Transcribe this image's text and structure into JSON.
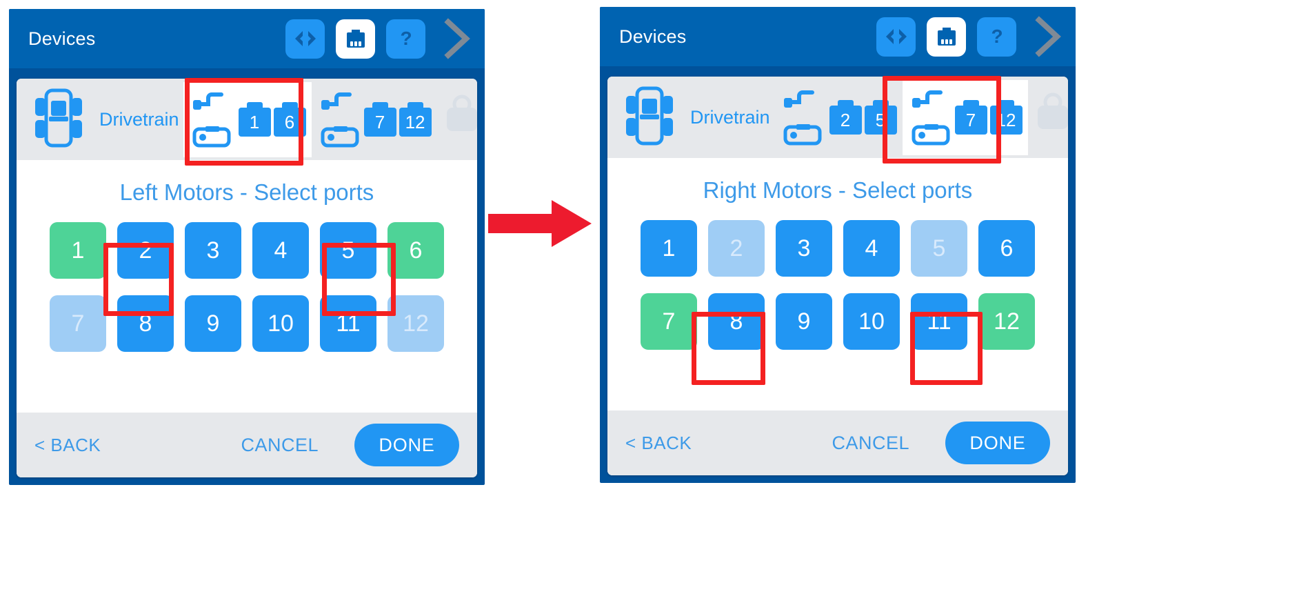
{
  "accent": "#2196f3",
  "colors": {
    "topbar": "#0063b1",
    "phone_frame": "#00529b",
    "strip_bg": "#e6e8eb",
    "port_selected": "#2196f3",
    "port_green": "#4ed397",
    "port_dim": "#9fcdf5",
    "annotation_red": "#f42121",
    "link_blue": "#3d9ae8"
  },
  "panels": [
    {
      "id": "left-panel",
      "header": {
        "title": "Devices",
        "icons": [
          "code-brackets-icon",
          "brain-device-icon",
          "help-question-icon",
          "chevron-right-icon"
        ]
      },
      "device_strip": {
        "brain_label": "Drivetrain",
        "groups": [
          {
            "name": "left-motors-group",
            "active": true,
            "ports": [
              "1",
              "6"
            ]
          },
          {
            "name": "right-motors-group",
            "active": false,
            "ports": [
              "7",
              "12"
            ]
          }
        ],
        "add_label": "+"
      },
      "prompt": "Left Motors - Select ports",
      "ports": [
        {
          "num": "1",
          "state": "green"
        },
        {
          "num": "2",
          "state": "selected"
        },
        {
          "num": "3",
          "state": "selected"
        },
        {
          "num": "4",
          "state": "selected"
        },
        {
          "num": "5",
          "state": "selected"
        },
        {
          "num": "6",
          "state": "green"
        },
        {
          "num": "7",
          "state": "dim"
        },
        {
          "num": "8",
          "state": "selected"
        },
        {
          "num": "9",
          "state": "selected"
        },
        {
          "num": "10",
          "state": "selected"
        },
        {
          "num": "11",
          "state": "selected"
        },
        {
          "num": "12",
          "state": "dim"
        }
      ],
      "highlighted_ports": [
        "2",
        "5"
      ],
      "footer": {
        "back": "< BACK",
        "cancel": "CANCEL",
        "done": "DONE"
      }
    },
    {
      "id": "right-panel",
      "header": {
        "title": "Devices",
        "icons": [
          "code-brackets-icon",
          "brain-device-icon",
          "help-question-icon",
          "chevron-right-icon"
        ]
      },
      "device_strip": {
        "brain_label": "Drivetrain",
        "groups": [
          {
            "name": "left-motors-group",
            "active": false,
            "ports": [
              "2",
              "5"
            ]
          },
          {
            "name": "right-motors-group",
            "active": true,
            "ports": [
              "7",
              "12"
            ]
          }
        ],
        "add_label": "+"
      },
      "prompt": "Right Motors - Select ports",
      "ports": [
        {
          "num": "1",
          "state": "selected"
        },
        {
          "num": "2",
          "state": "dim"
        },
        {
          "num": "3",
          "state": "selected"
        },
        {
          "num": "4",
          "state": "selected"
        },
        {
          "num": "5",
          "state": "dim"
        },
        {
          "num": "6",
          "state": "selected"
        },
        {
          "num": "7",
          "state": "green"
        },
        {
          "num": "8",
          "state": "selected"
        },
        {
          "num": "9",
          "state": "selected"
        },
        {
          "num": "10",
          "state": "selected"
        },
        {
          "num": "11",
          "state": "selected"
        },
        {
          "num": "12",
          "state": "green"
        }
      ],
      "highlighted_ports": [
        "8",
        "11"
      ],
      "footer": {
        "back": "< BACK",
        "cancel": "CANCEL",
        "done": "DONE"
      }
    }
  ],
  "flow_arrow": {
    "name": "step-flow-arrow",
    "direction": "right"
  }
}
